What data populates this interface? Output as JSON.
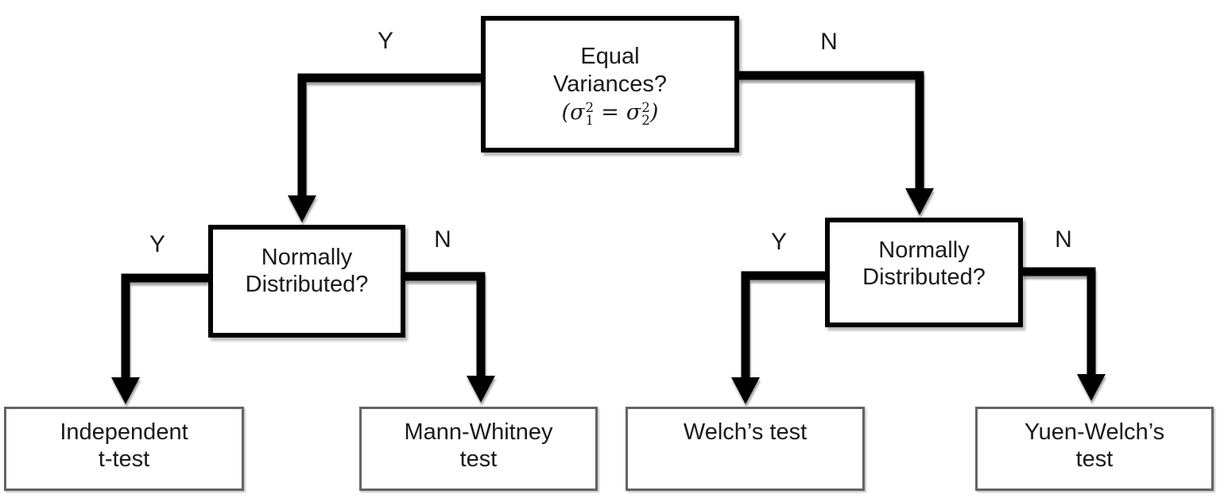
{
  "flowchart": {
    "root": {
      "line1": "Equal",
      "line2": "Variances?",
      "formula": {
        "open_paren": "(",
        "sigma1": "σ",
        "sigma1_sup": "2",
        "sigma1_sub": "1",
        "equals": "=",
        "sigma2": "σ",
        "sigma2_sup": "2",
        "sigma2_sub": "2",
        "close_paren": ")"
      }
    },
    "left_decision": {
      "line1": "Normally",
      "line2": "Distributed?"
    },
    "right_decision": {
      "line1": "Normally",
      "line2": "Distributed?"
    },
    "leaves": [
      {
        "line1": "Independent",
        "line2": "t-test"
      },
      {
        "line1": "Mann-Whitney",
        "line2": "test"
      },
      {
        "line1": "Welch’s test",
        "line2": ""
      },
      {
        "line1": "Yuen-Welch’s",
        "line2": "test"
      }
    ],
    "branch_labels": {
      "root_yes": "Y",
      "root_no": "N",
      "left_yes": "Y",
      "left_no": "N",
      "right_yes": "Y",
      "right_no": "N"
    },
    "colors": {
      "connector": "#000000",
      "decision_border": "#000000",
      "leaf_border": "#646464",
      "background": "#ffffff"
    }
  }
}
